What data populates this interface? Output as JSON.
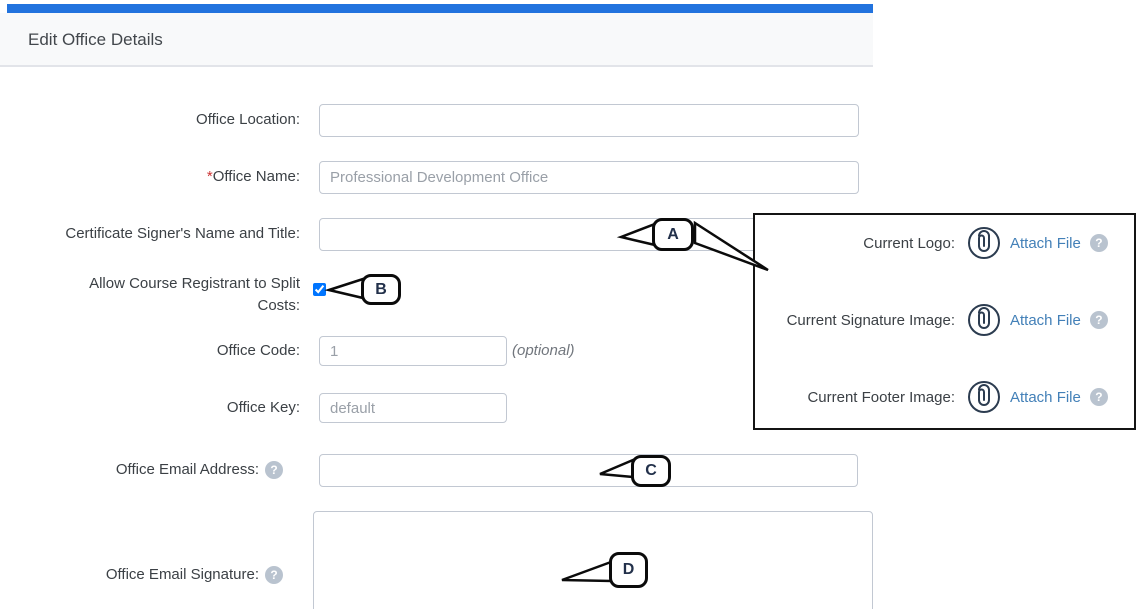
{
  "header": {
    "title": "Edit Office Details"
  },
  "form": {
    "office_location": {
      "label": "Office Location:",
      "value": ""
    },
    "office_name": {
      "required_mark": "*",
      "label": "Office Name:",
      "value": "Professional Development Office"
    },
    "cert_signer": {
      "label": "Certificate Signer's Name and Title:",
      "value": ""
    },
    "split_costs": {
      "label_line1": "Allow Course Registrant to Split",
      "label_line2": "Costs:",
      "checked": "checked"
    },
    "office_code": {
      "label": "Office Code:",
      "value": "1",
      "note": "(optional)"
    },
    "office_key": {
      "label": "Office Key:",
      "value": "default"
    },
    "office_email": {
      "label": "Office Email Address:",
      "value": "",
      "help_glyph": "?"
    },
    "office_signature": {
      "label": "Office Email Signature:",
      "value": "",
      "help_glyph": "?"
    }
  },
  "attachments": {
    "rows": [
      {
        "label": "Current Logo:",
        "link": "Attach File",
        "help_glyph": "?",
        "icon": "paperclip-icon"
      },
      {
        "label": "Current Signature Image:",
        "link": "Attach File",
        "help_glyph": "?",
        "icon": "paperclip-icon"
      },
      {
        "label": "Current Footer Image:",
        "link": "Attach File",
        "help_glyph": "?",
        "icon": "paperclip-icon"
      }
    ]
  },
  "callouts": {
    "a": "A",
    "b": "B",
    "c": "C",
    "d": "D"
  },
  "colors": {
    "top_bar": "#2273DE",
    "link": "#4380B8",
    "required": "#CC3333",
    "icon_navy": "#2C3C50",
    "help_bg": "#B9C3CF"
  }
}
